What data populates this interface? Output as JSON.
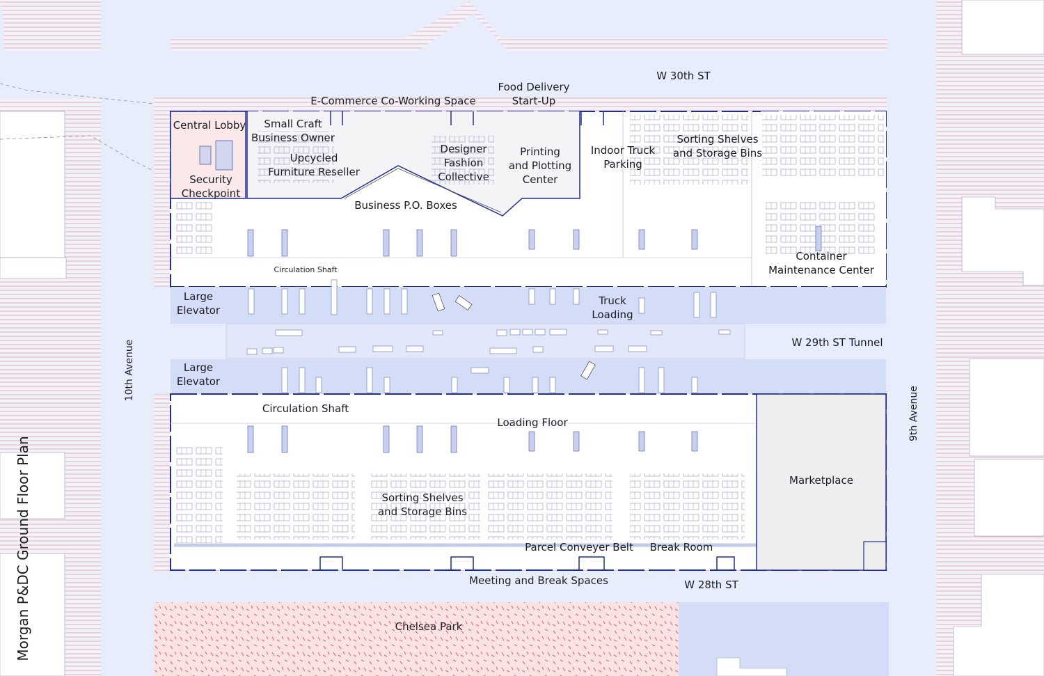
{
  "title": "Morgan P&DC Ground Floor Plan",
  "streets": {
    "w30": "W 30th ST",
    "w29_tunnel": "W 29th ST Tunnel",
    "w28": "W 28th ST",
    "tenth_ave": "10th Avenue",
    "ninth_ave": "9th Avenue"
  },
  "north_rooms": {
    "central_lobby": "Central Lobby",
    "security": "Security\nCheckpoint",
    "small_craft": "Small Craft\nBusiness Owner",
    "upcycled": "Upcycled\nFurniture Reseller",
    "ecommerce": "E-Commerce Co-Working Space",
    "food_delivery": "Food Delivery\nStart-Up",
    "designer": "Designer\nFashion\nCollective",
    "printing": "Printing\nand Plotting\nCenter",
    "indoor_truck": "Indoor Truck\nParking",
    "sorting": "Sorting Shelves\nand Storage Bins",
    "po_boxes": "Business P.O. Boxes",
    "circulation": "Circulation Shaft",
    "container": "Container\nMaintenance Center"
  },
  "middle": {
    "large_elevator_top": "Large\nElevator",
    "truck_loading": "Truck\nLoading",
    "large_elevator_bottom": "Large\nElevator"
  },
  "south_rooms": {
    "circulation": "Circulation Shaft",
    "loading_floor": "Loading Floor",
    "sorting": "Sorting Shelves\nand Storage Bins",
    "marketplace": "Marketplace",
    "conveyor": "Parcel Conveyer Belt",
    "break_room": "Break Room",
    "meeting": "Meeting and Break Spaces"
  },
  "park": "Chelsea Park",
  "colors": {
    "street": "#e8edfb",
    "plan_outline": "#1f2d9c",
    "loading_lane": "#d4ddf7",
    "hatch": "#cc9ab8",
    "park_dash": "#e0666e",
    "marketplace": "#eeeeef",
    "lobby": "#fbe8e8"
  }
}
